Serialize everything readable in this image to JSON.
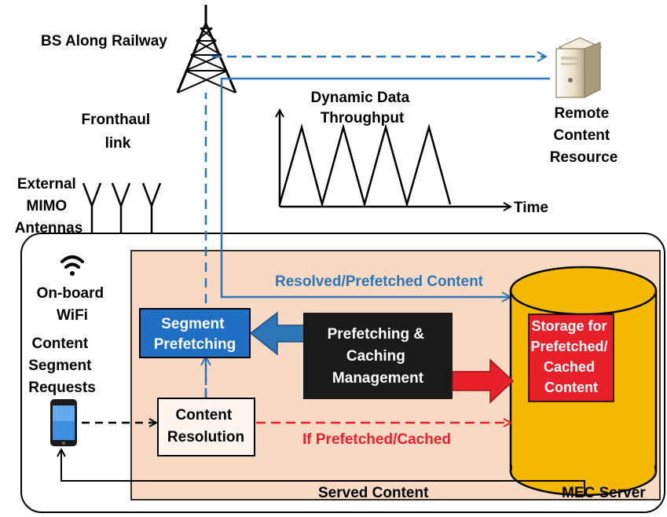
{
  "labels": {
    "bs": "BS Along Railway",
    "fronthaul": [
      "Fronthaul",
      "link"
    ],
    "throughput": [
      "Dynamic Data",
      "Throughput"
    ],
    "time": "Time",
    "remote": [
      "Remote",
      "Content",
      "Resource"
    ],
    "antennas": [
      "External",
      "MIMO",
      "Antennas"
    ],
    "wifi": [
      "On-board",
      "WiFi"
    ],
    "requests": [
      "Content",
      "Segment",
      "Requests"
    ],
    "resolved": "Resolved/Prefetched Content",
    "segment": [
      "Segment",
      "Prefetching"
    ],
    "management": [
      "Prefetching &",
      "Caching",
      "Management"
    ],
    "storage": [
      "Storage for",
      "Prefetched/",
      "Cached",
      "Content"
    ],
    "resolution": [
      "Content",
      "Resolution"
    ],
    "if_cached": "If Prefetched/Cached",
    "served": "Served Content",
    "mec": "MEC Server"
  },
  "colors": {
    "blue_arrow": "#2e75b6",
    "segment_box": "#1f6fc4",
    "red": "#e8202a",
    "mec_fill": "#f8d9c4",
    "storage_fill": "#f5b800",
    "management_fill": "#1a1a1a"
  },
  "icons": [
    "tower-icon",
    "server-icon",
    "antenna-icon",
    "wifi-icon",
    "smartphone-icon"
  ]
}
